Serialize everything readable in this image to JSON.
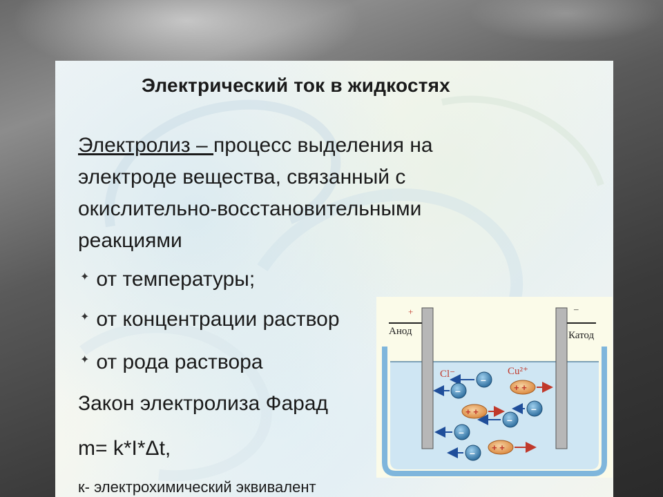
{
  "slide": {
    "title": "Электрический ток в жидкостях",
    "definition_term": "Электролиз – ",
    "definition_text": "процесс выделения на электроде вещества, связанный с окислительно-восстановительными реакциями",
    "bullets": [
      "от температуры;",
      "от концентрации раствор",
      "от рода раствора"
    ],
    "law": "Закон электролиза Фарад",
    "formula": "m= k*I*Δt,",
    "note": "к- электрохимический эквивалент"
  },
  "diagram": {
    "anode_label": "Анод",
    "cathode_label": "Катод",
    "anode_sign": "+",
    "cathode_sign": "–",
    "anion_label": "Cl⁻",
    "cation_label": "Cu²⁺",
    "anion_symbol": "–",
    "cation_symbol": "+ +",
    "colors": {
      "liquid": "#cfe6f3",
      "vessel": "#7fb6dc",
      "electrode": "#b7b7b7",
      "anion": "#3c7fb0",
      "cation": "#e8a05a",
      "arrow_blue": "#1f4e9a",
      "arrow_red": "#c0392b"
    }
  }
}
